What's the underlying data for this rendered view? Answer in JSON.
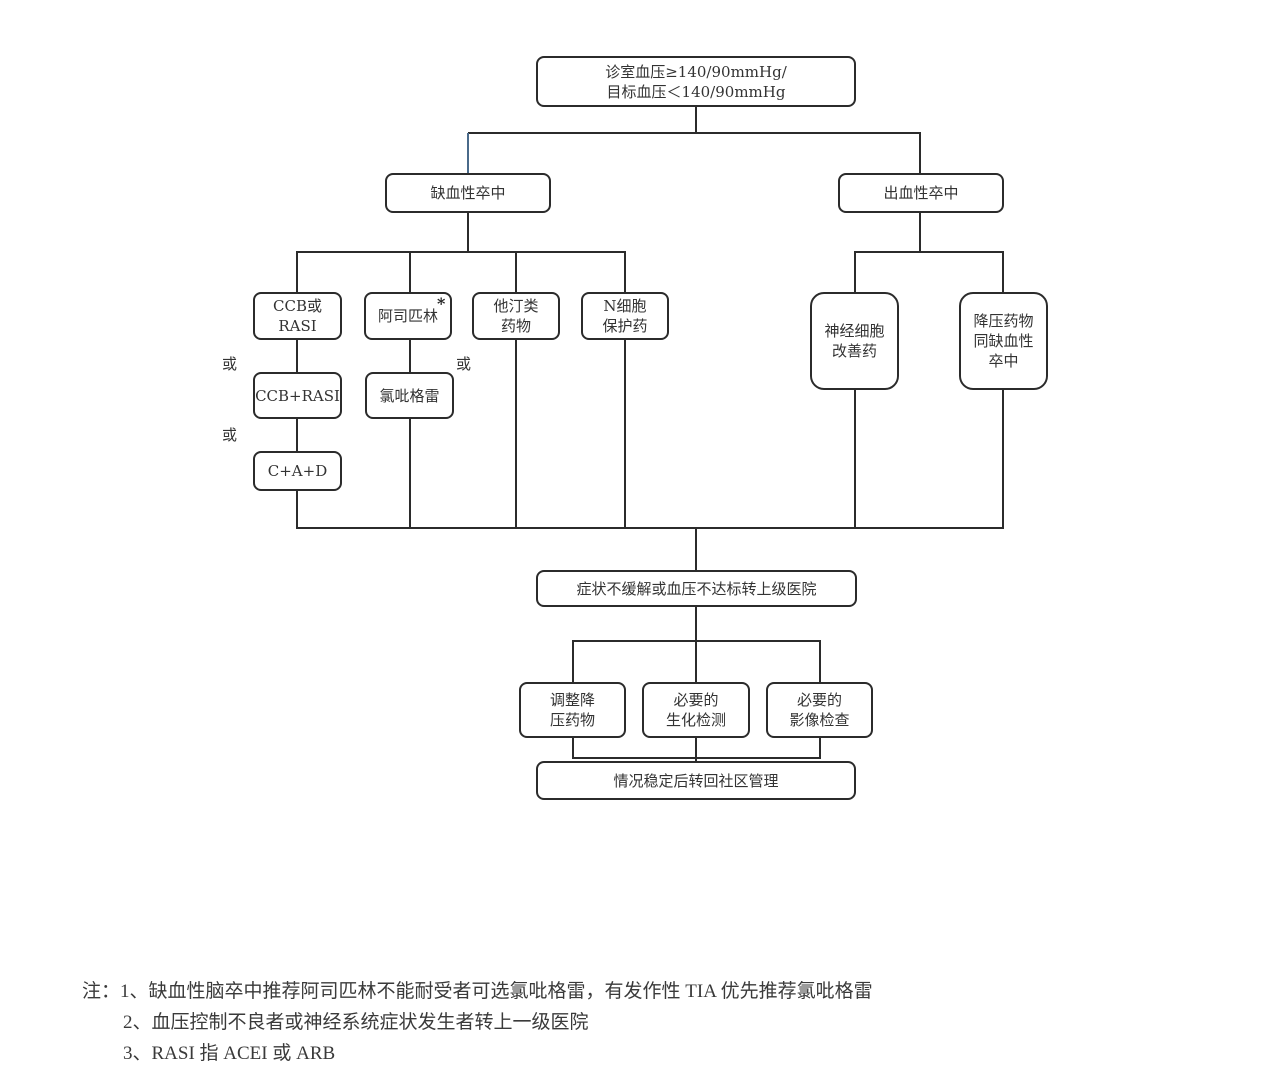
{
  "diagram": {
    "start": "诊室血压≥140/90mmHg/\n目标血压＜140/90mmHg",
    "branches": {
      "ischemic": {
        "label": "缺血性卒中",
        "options": [
          {
            "label": "CCB或RASI"
          },
          {
            "label": "阿司匹林",
            "marker": "*"
          },
          {
            "label": "他汀类\n药物"
          },
          {
            "label": "N细胞\n保护药"
          }
        ],
        "alternatives": {
          "ccb_rasi_combo": "CCB+RASI",
          "c_a_d": "C+A+D",
          "clopidogrel": "氯吡格雷"
        },
        "or_label": "或"
      },
      "hemorrhagic": {
        "label": "出血性卒中",
        "options": [
          {
            "label": "神经细胞\n改善药"
          },
          {
            "label": "降压药物\n同缺血性\n卒中"
          }
        ]
      }
    },
    "referral": "症状不缓解或血压不达标转上级医院",
    "actions": [
      {
        "label": "调整降\n压药物"
      },
      {
        "label": "必要的\n生化检测"
      },
      {
        "label": "必要的\n影像检查"
      }
    ],
    "return": "情况稳定后转回社区管理"
  },
  "notes": {
    "prefix": "注：",
    "items": [
      "1、缺血性脑卒中推荐阿司匹林不能耐受者可选氯吡格雷，有发作性 TIA 优先推荐氯吡格雷",
      "2、血压控制不良者或神经系统症状发生者转上一级医院",
      "3、RASI 指 ACEI 或 ARB"
    ]
  },
  "colors": {
    "line": "#2b2b2b",
    "accent_line": "#4a6a8a"
  }
}
